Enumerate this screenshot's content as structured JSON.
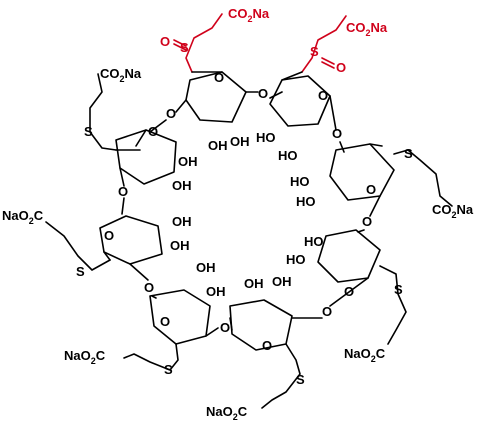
{
  "labels": {
    "co2na": "CO2Na",
    "naoc2c": "NaO2C",
    "oh": "OH",
    "ho": "HO",
    "o": "O",
    "s": "S"
  },
  "colors": {
    "bond": "#000000",
    "highlight": "#d0021b"
  }
}
